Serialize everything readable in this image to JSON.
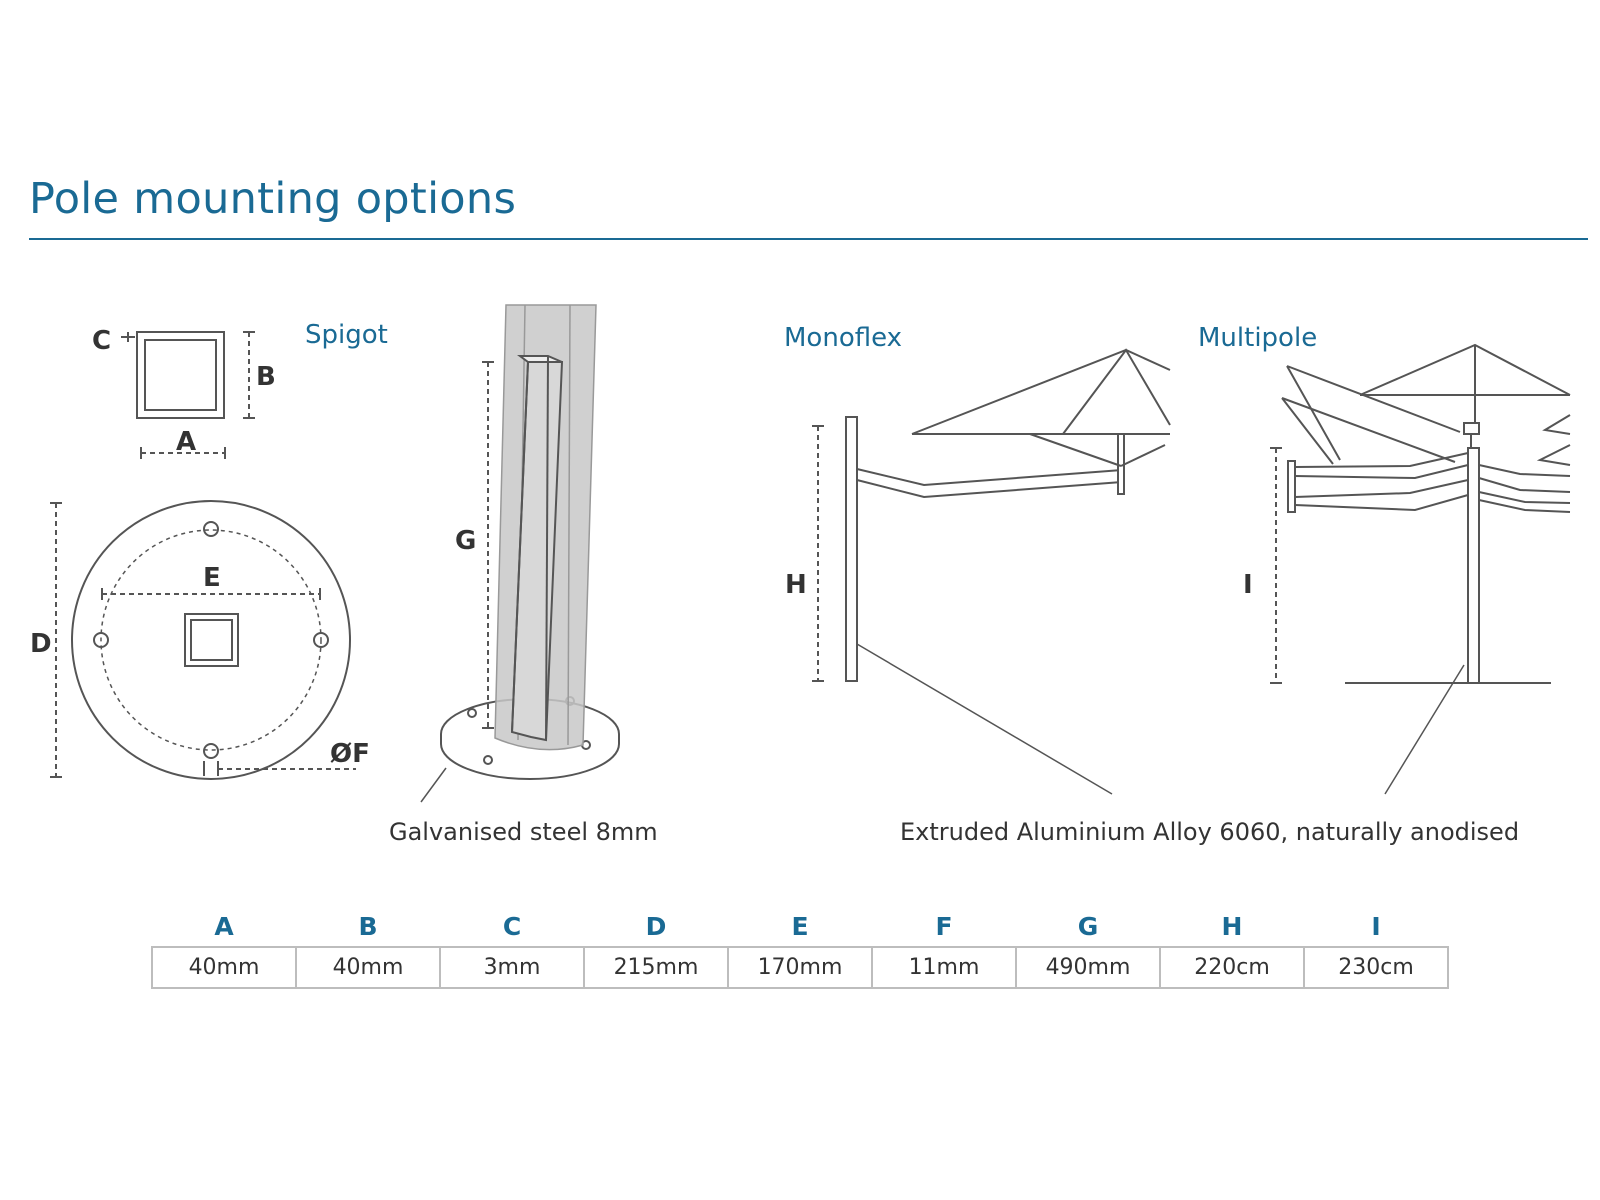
{
  "title": "Pole mounting options",
  "colors": {
    "accent": "#1a6a94",
    "line": "#555555",
    "pole_fill": "#c8c8c8",
    "table_border": "#bdbdbd"
  },
  "sections": {
    "spigot": "Spigot",
    "monoflex": "Monoflex",
    "multipole": "Multipole"
  },
  "dimension_labels": {
    "a": "A",
    "b": "B",
    "c": "C",
    "d": "D",
    "e": "E",
    "f": "ØF",
    "g": "G",
    "h": "H",
    "i": "I"
  },
  "annotations": {
    "galvanised": "Galvanised steel 8mm",
    "aluminium": "Extruded Aluminium Alloy 6060, naturally anodised"
  },
  "table": {
    "headers": [
      "A",
      "B",
      "C",
      "D",
      "E",
      "F",
      "G",
      "H",
      "I"
    ],
    "values": [
      "40mm",
      "40mm",
      "3mm",
      "215mm",
      "170mm",
      "11mm",
      "490mm",
      "220cm",
      "230cm"
    ]
  }
}
